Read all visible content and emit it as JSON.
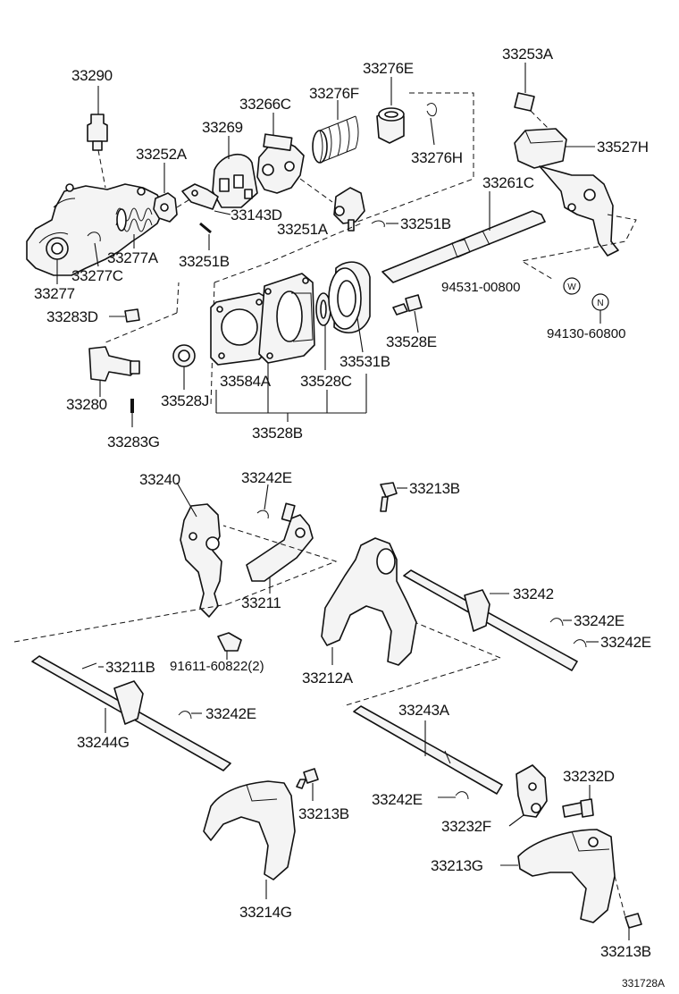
{
  "labels": {
    "p33290": "33290",
    "p33253A": "33253A",
    "p33276E": "33276E",
    "p33276F": "33276F",
    "p33266C": "33266C",
    "p33269": "33269",
    "p33252A": "33252A",
    "p33276H": "33276H",
    "p33527H": "33527H",
    "p33261C": "33261C",
    "p33143D": "33143D",
    "p33251A": "33251A",
    "p33251B_1": "33251B",
    "p33277A": "33277A",
    "p33251B_2": "33251B",
    "p33277C": "33277C",
    "p33277": "33277",
    "p94531": "94531-00800",
    "p94130": "94130-60800",
    "p33283D": "33283D",
    "p33528E": "33528E",
    "p33531B": "33531B",
    "p33584A": "33584A",
    "p33528C": "33528C",
    "p33280": "33280",
    "p33528J": "33528J",
    "p33528B": "33528B",
    "p33283G": "33283G",
    "p33240": "33240",
    "p33242E_1": "33242E",
    "p33213B_1": "33213B",
    "p33211": "33211",
    "p33242": "33242",
    "p33242E_2": "33242E",
    "p33242E_3": "33242E",
    "p91611": "91611-60822(2)",
    "p33212A": "33212A",
    "p33211B": "33211B",
    "p33242E_4": "33242E",
    "p33243A": "33243A",
    "p33244G": "33244G",
    "p33232D": "33232D",
    "p33242E_5": "33242E",
    "p33213B_2": "33213B",
    "p33232F": "33232F",
    "p33213G": "33213G",
    "p33214G": "33214G",
    "p33213B_3": "33213B",
    "ref": "331728A"
  },
  "symbols": {
    "washer": "W",
    "nut": "N"
  }
}
